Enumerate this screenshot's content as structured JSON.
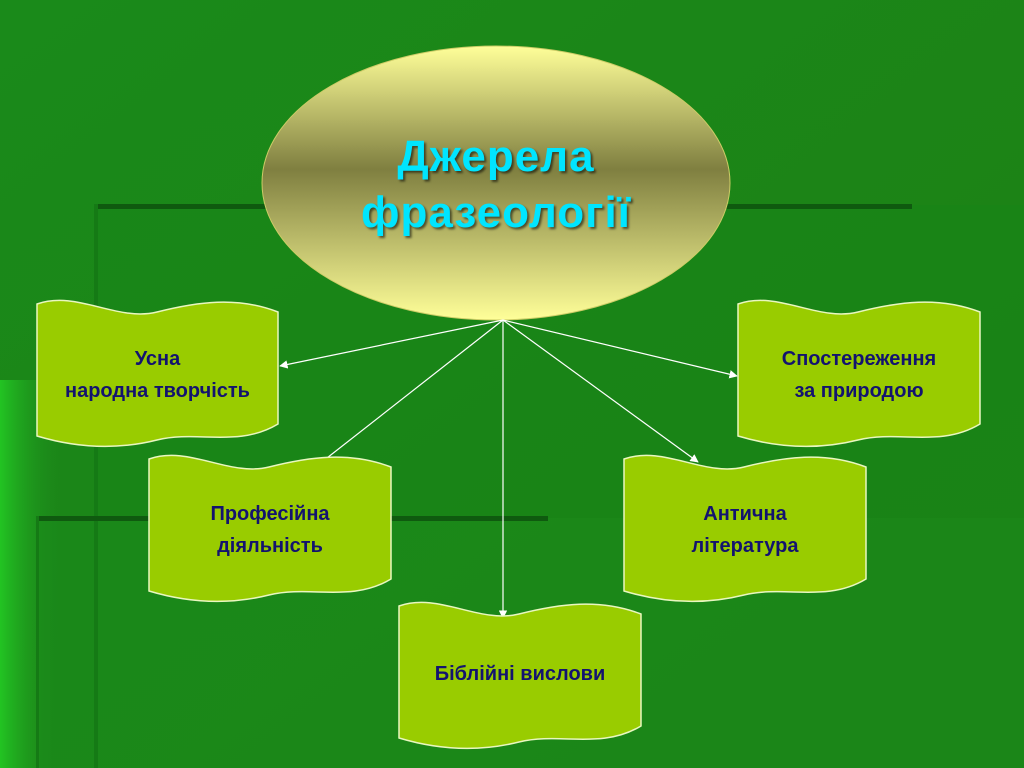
{
  "slide": {
    "title": "Джерела\nфразеології",
    "sources": [
      {
        "id": "oral",
        "label": "Усна\nнародна творчість"
      },
      {
        "id": "nature",
        "label": "Спостереження\nза природою"
      },
      {
        "id": "professional",
        "label": "Професійна\nдіяльність"
      },
      {
        "id": "antique",
        "label": "Антична\nлітература"
      },
      {
        "id": "biblical",
        "label": "Біблійні вислови"
      }
    ]
  },
  "colors": {
    "background": "#1f8f1f",
    "box_fill": "#99cc00",
    "box_text": "#13136f",
    "title_text": "#00e5ff",
    "arrows": "#ffffff",
    "ellipse_light": "#ffff99",
    "ellipse_dark": "#7f7f40"
  }
}
